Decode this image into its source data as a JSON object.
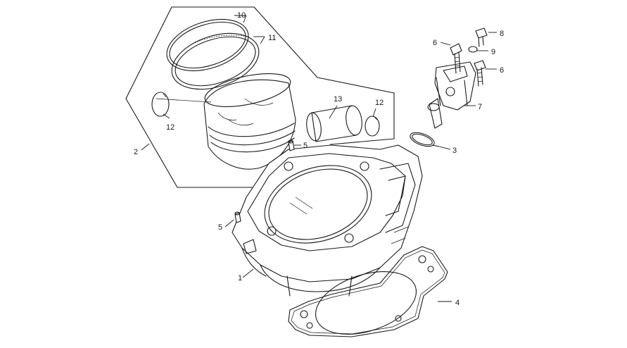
{
  "callouts": {
    "c1": "1",
    "c2": "2",
    "c3": "3",
    "c4": "4",
    "c5a": "5",
    "c5b": "5",
    "c6a": "6",
    "c6b": "6",
    "c7": "7",
    "c8": "8",
    "c9": "9",
    "c10": "10",
    "c11": "11",
    "c12a": "12",
    "c12b": "12",
    "c13": "13"
  }
}
